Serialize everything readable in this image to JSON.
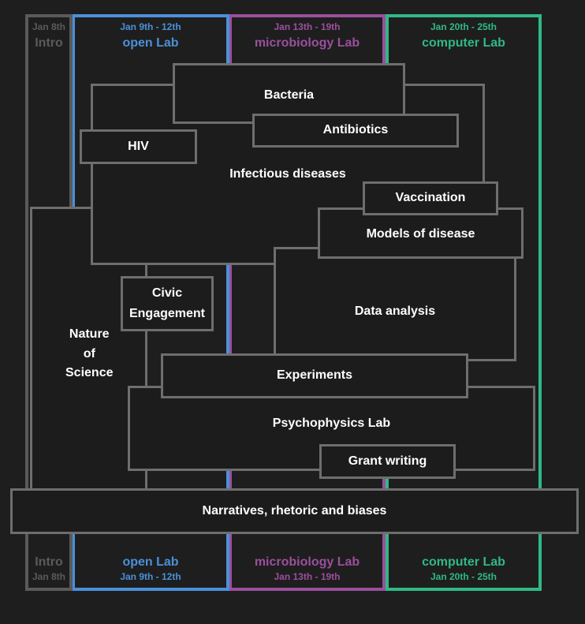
{
  "columns": [
    {
      "id": "intro",
      "date": "Jan 8th",
      "name": "Intro",
      "color": "#5a5a5a"
    },
    {
      "id": "open",
      "date": "Jan 9th - 12th",
      "name": "open Lab",
      "color": "#4a90d9"
    },
    {
      "id": "micro",
      "date": "Jan 13th - 19th",
      "name": "microbiology Lab",
      "color": "#9b4f9e"
    },
    {
      "id": "computer",
      "date": "Jan 20th - 25th",
      "name": "computer Lab",
      "color": "#2fb986"
    }
  ],
  "topics": {
    "infectious_diseases": "Infectious diseases",
    "bacteria": "Bacteria",
    "antibiotics": "Antibiotics",
    "hiv": "HIV",
    "vaccination": "Vaccination",
    "models_of_disease": "Models of disease",
    "data_analysis": "Data analysis",
    "nature_of_science": "Nature\nof\nScience",
    "civic_engagement": "Civic\nEngagement",
    "experiments": "Experiments",
    "psychophysics_lab": "Psychophysics Lab",
    "grant_writing": "Grant writing",
    "narratives": "Narratives, rhetoric and biases"
  }
}
